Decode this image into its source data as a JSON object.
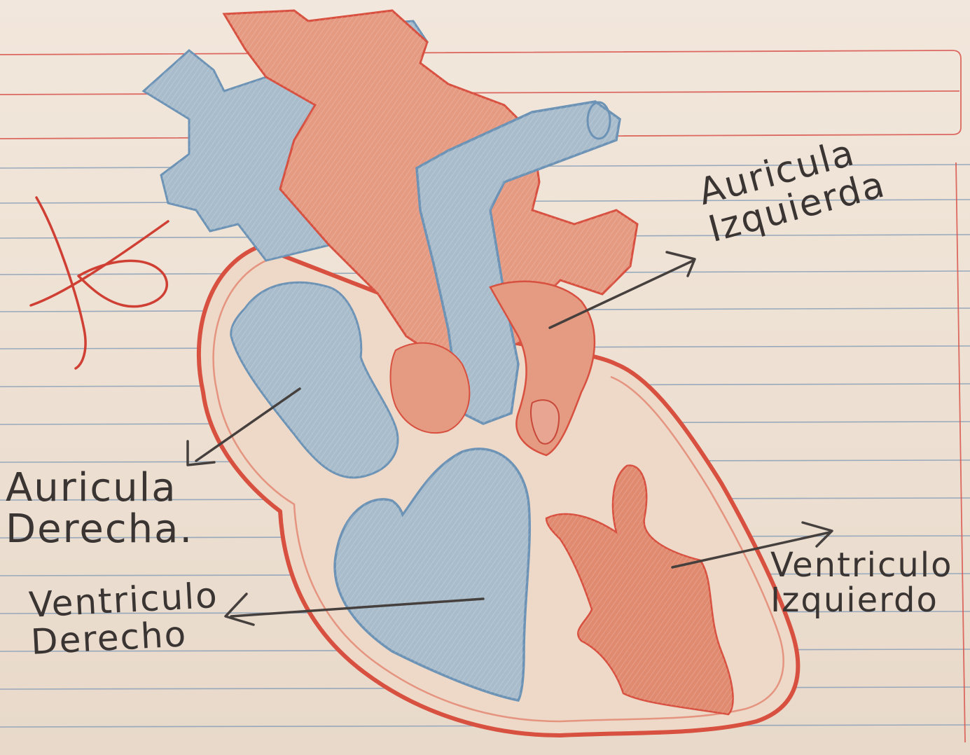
{
  "colors": {
    "paper": "#efe3d6",
    "rule_blue": "#8aa0b8",
    "rule_red": "#d9544c",
    "pencil_red": "#d8503f",
    "fill_red": "#e59a82",
    "fill_blue": "#a9bccb",
    "outline_blue": "#6c93b5",
    "ink": "#3a3533"
  },
  "labels": {
    "auricula_izquierda": {
      "line1": "Auricula",
      "line2": "Izquierda"
    },
    "auricula_derecha": {
      "line1": "Auricula",
      "line2": "Derecha."
    },
    "ventriculo_derecho": {
      "line1": "Ventriculo",
      "line2": "Derecho"
    },
    "ventriculo_izquierdo": {
      "line1": "Ventriculo",
      "line2": "Izquierdo"
    }
  }
}
